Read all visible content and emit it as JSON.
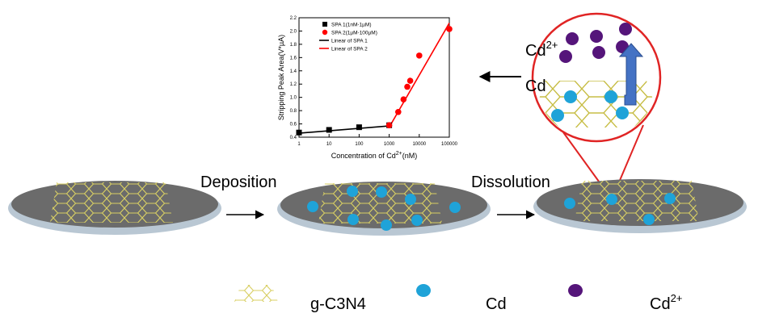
{
  "steps": {
    "deposition": "Deposition",
    "dissolution": "Dissolution"
  },
  "zoom": {
    "ion_label": "Cd",
    "ion_charge": "2+",
    "metal_label": "Cd"
  },
  "legend": {
    "gc3n4": "g-C3N4",
    "cd": "Cd",
    "cd2_base": "Cd",
    "cd2_charge": "2+"
  },
  "colors": {
    "electrode": "#6b6b6b",
    "electrode_rim": "#b9c7d3",
    "cd": "#1fa3d8",
    "cd2": "#55157a",
    "mesh": "#d8cf63",
    "callout": "#e02424",
    "up_arrow": "#4472c4"
  },
  "chart_data": {
    "type": "scatter",
    "xscale": "log",
    "xlim": [
      1,
      100000
    ],
    "ylim": [
      0.4,
      2.2
    ],
    "xticks": [
      1,
      10,
      100,
      1000,
      10000,
      100000
    ],
    "yticks": [
      0.4,
      0.6,
      0.8,
      1.0,
      1.2,
      1.4,
      1.6,
      1.8,
      2.0,
      2.2
    ],
    "xlabel": "Concentration of Cd",
    "xlabel_sup": "2+",
    "xlabel_unit": "(nM)",
    "ylabel": "Stripping Peak Area(V*µA)",
    "legend_position": "top-left",
    "series": [
      {
        "name": "SPA 1(1nM-1µM)",
        "marker": "square",
        "color": "#000000",
        "x": [
          1,
          10,
          100,
          1000
        ],
        "y": [
          0.47,
          0.51,
          0.55,
          0.58
        ]
      },
      {
        "name": "SPA 2(1µM-100µM)",
        "marker": "circle",
        "color": "#ff0000",
        "x": [
          1000,
          2000,
          3000,
          4000,
          5000,
          10000,
          100000
        ],
        "y": [
          0.58,
          0.78,
          0.97,
          1.16,
          1.25,
          1.63,
          2.03
        ]
      }
    ],
    "fits": [
      {
        "name": "Linear of SPA 1",
        "color": "#000000",
        "x": [
          1,
          1000
        ],
        "y": [
          0.46,
          0.57
        ]
      },
      {
        "name": "Linear of SPA 2",
        "color": "#ff0000",
        "x": [
          1000,
          100000
        ],
        "y": [
          0.55,
          2.12
        ]
      }
    ]
  }
}
